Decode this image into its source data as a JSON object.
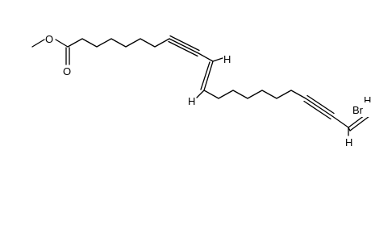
{
  "molecule": {
    "atoms": {
      "methoxy_oxygen": "O",
      "carbonyl_oxygen": "O",
      "h_alkene_1": "H",
      "h_alkene_2": "H",
      "h_alkene_3": "H",
      "h_alkene_4": "H",
      "bromine": "Br"
    }
  }
}
